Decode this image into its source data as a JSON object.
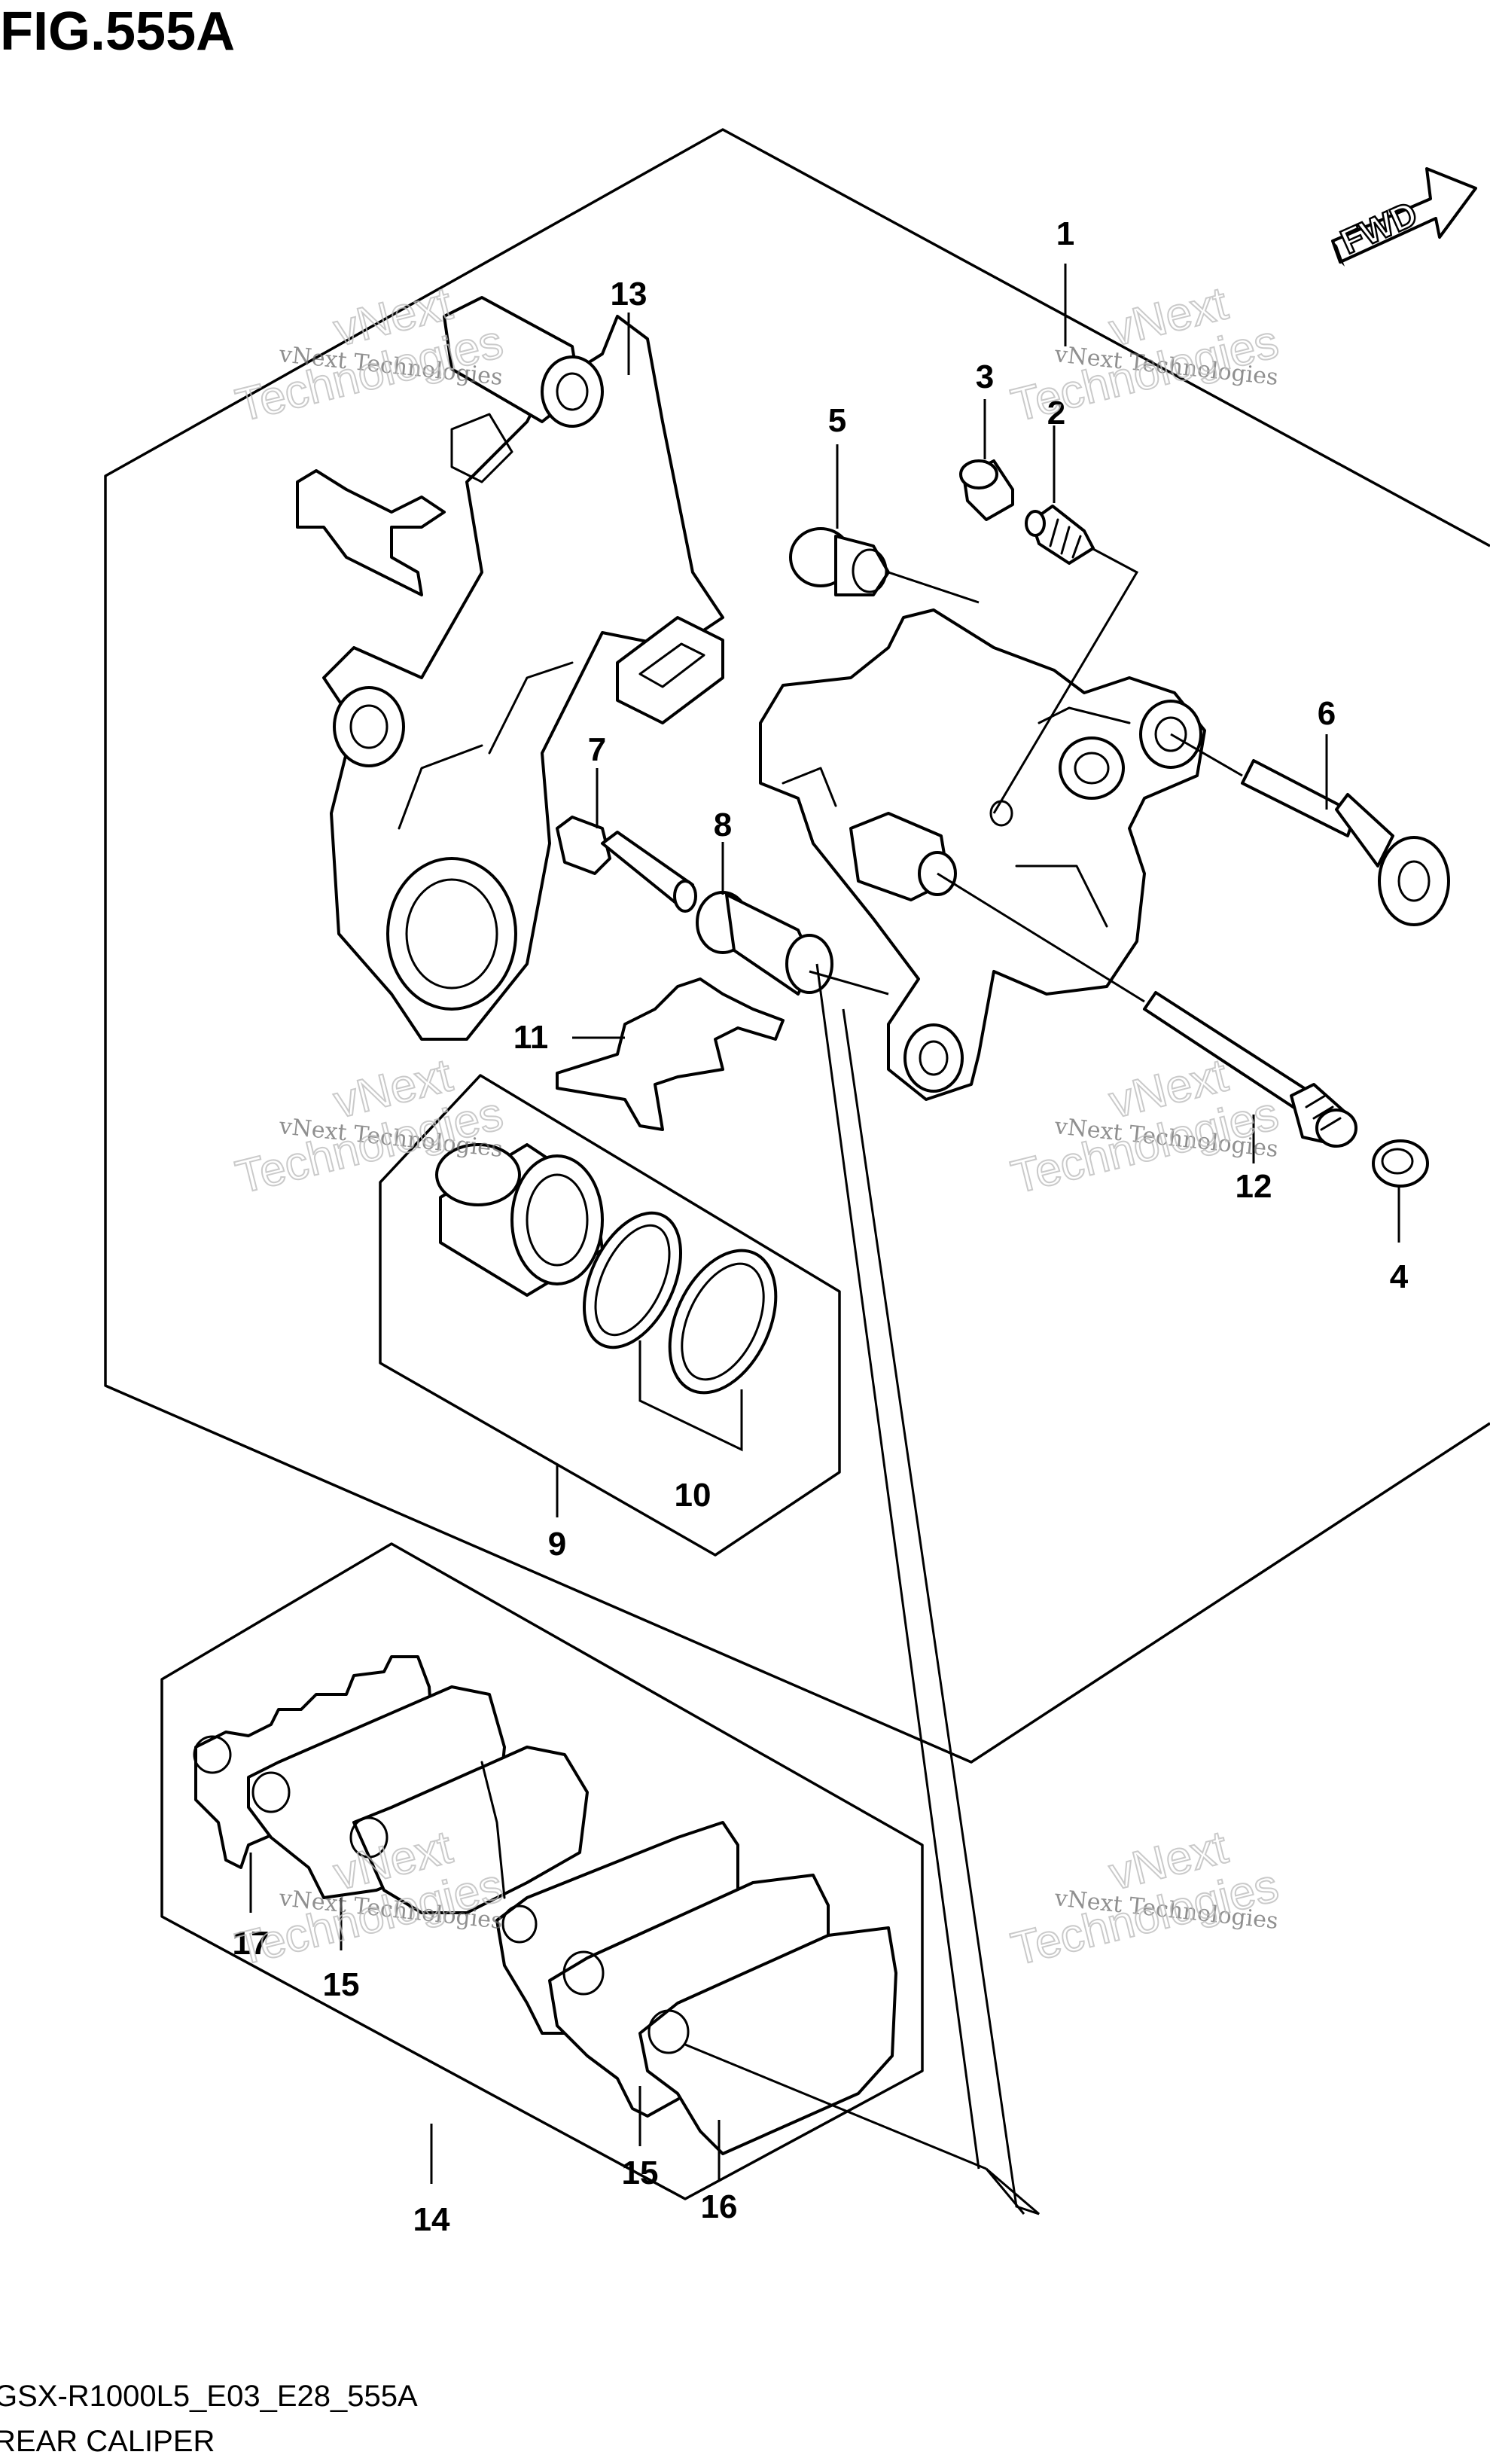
{
  "figure": {
    "title": "FIG.555A",
    "model_code": "GSX-R1000L5_E03_E28_555A",
    "section_name": "REAR CALIPER",
    "direction_label": "FWD"
  },
  "callouts": [
    {
      "id": "1",
      "label": "1"
    },
    {
      "id": "2",
      "label": "2"
    },
    {
      "id": "3",
      "label": "3"
    },
    {
      "id": "4",
      "label": "4"
    },
    {
      "id": "5",
      "label": "5"
    },
    {
      "id": "6",
      "label": "6"
    },
    {
      "id": "7",
      "label": "7"
    },
    {
      "id": "8",
      "label": "8"
    },
    {
      "id": "9",
      "label": "9"
    },
    {
      "id": "10",
      "label": "10"
    },
    {
      "id": "11",
      "label": "11"
    },
    {
      "id": "12",
      "label": "12"
    },
    {
      "id": "13",
      "label": "13"
    },
    {
      "id": "14",
      "label": "14"
    },
    {
      "id": "15a",
      "label": "15"
    },
    {
      "id": "15b",
      "label": "15"
    },
    {
      "id": "16",
      "label": "16"
    },
    {
      "id": "17",
      "label": "17"
    }
  ],
  "watermark": {
    "line1": "vNext Technologies",
    "line2": "vNext",
    "line3": "Technologies"
  }
}
